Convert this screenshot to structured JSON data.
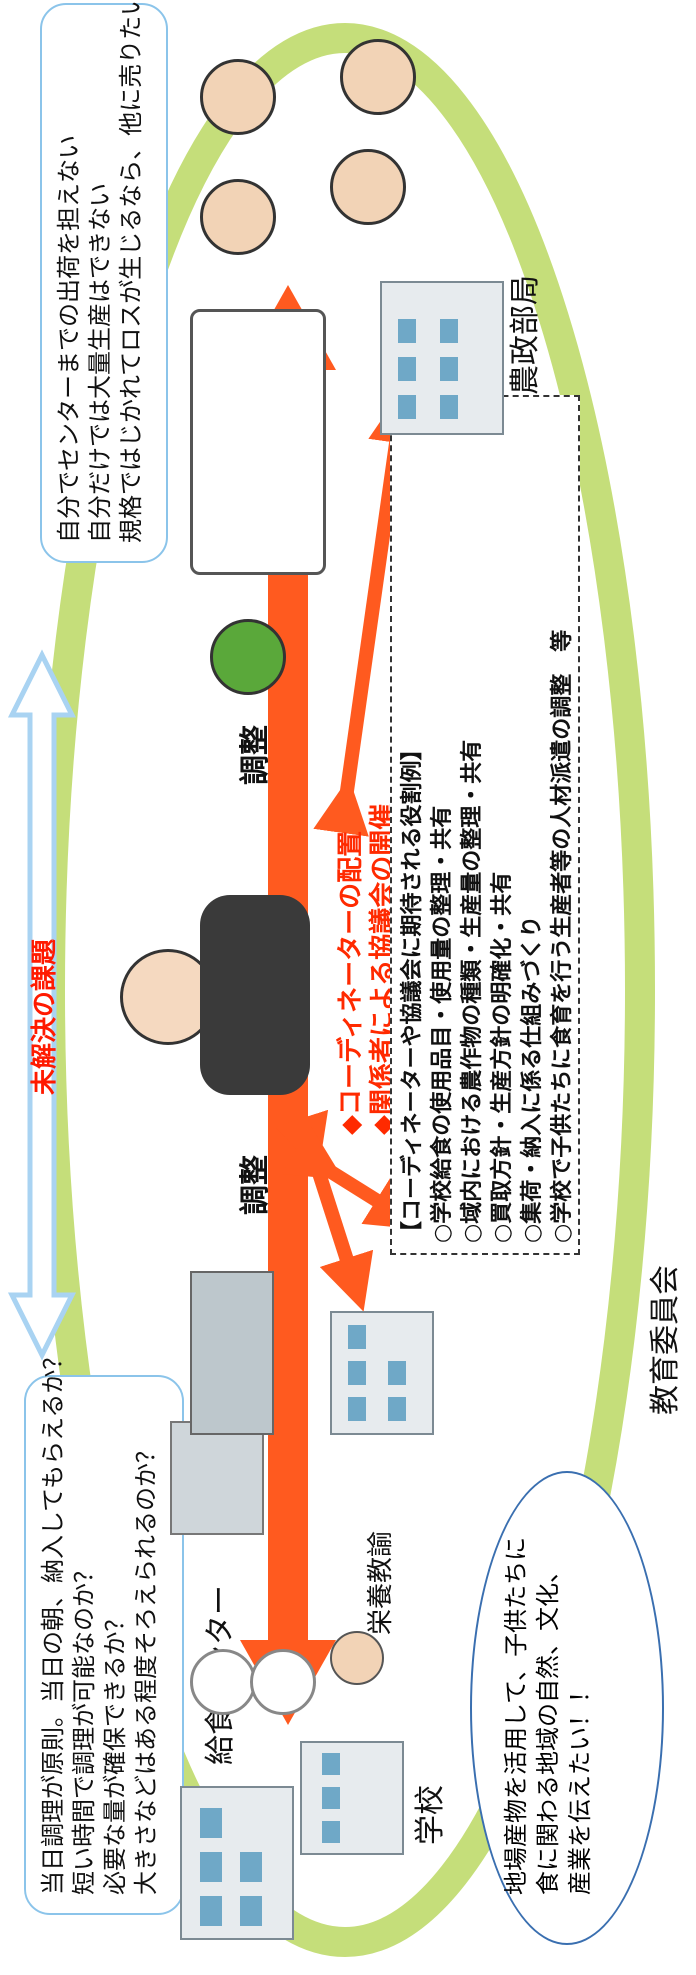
{
  "title_issue": "未解決の課題",
  "adjust_left": "調整",
  "adjust_right": "調整",
  "coordinator_placement": "◆コーディネーターの配置",
  "council_holding": "◆関係者による協議会の開催",
  "kyushoku_center": "給食センター",
  "school": "学校",
  "nutrition_teacher": "栄養教諭",
  "board_of_education": "教育委員会",
  "agriculture_dept": "農政部局",
  "bubble_left": [
    "当日調理が原則。当日の朝、納入してもらえるか？",
    "短い時間で調理が可能なのか？",
    "必要な量が確保できるか？",
    "大きさなどはある程度そろえられるのか？"
  ],
  "bubble_right": [
    "自分でセンターまでの出荷を担えない",
    "自分だけでは大量生産はできない",
    "規格ではじかれてロスが生じるなら、他に売りたい……"
  ],
  "cloud_text": [
    "地場産物を活用して、子供たちに",
    "食に関わる地域の自然、文化、",
    "産業を伝えたい！！"
  ],
  "roles_box": [
    "【コーディネーターや協議会に期待される役割例】",
    "○学校給食の使用品目・使用量の整理・共有",
    "○域内における農作物の種類・生産量の整理・共有",
    "○買取方針・生産方針の明確化・共有",
    "○集荷・納入に係る仕組みづくり",
    "○学校で子供たちに食育を行う生産者等の人材派遣の調整　等"
  ],
  "colors": {
    "ellipse": "#c5de7a",
    "arrow": "#ff5a1f",
    "issue_arrow": "#a9d3f2",
    "issue_text": "#ff1a00",
    "bubble_border": "#8bc4ea",
    "cloud_border": "#3a6fb0"
  }
}
